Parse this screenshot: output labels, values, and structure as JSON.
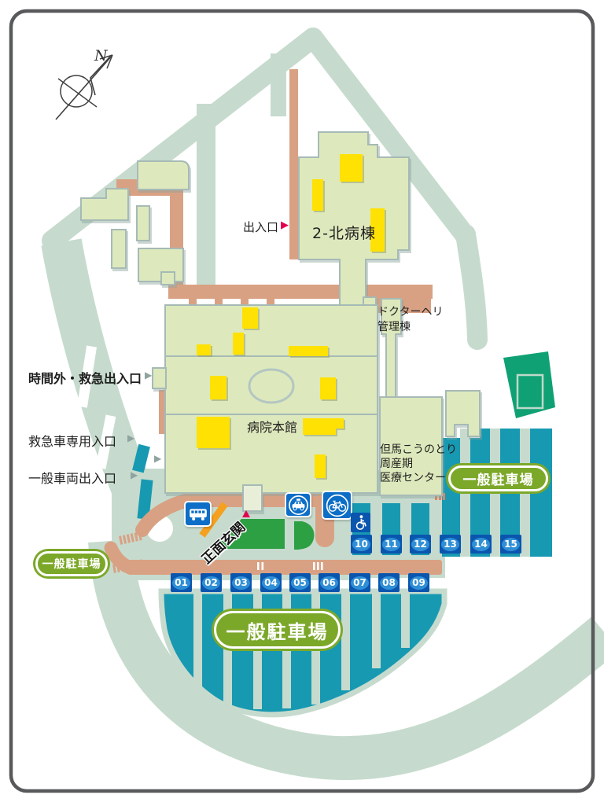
{
  "map": {
    "compass": {
      "label": "N"
    },
    "labels": {
      "exit_north": "出入口",
      "ward": "2-北病棟",
      "heli_line1": "ドクターヘリ",
      "heli_line2": "管理棟",
      "after_hours_entrance": "時間外・救急出入口",
      "ambulance_entrance": "救急車専用入口",
      "general_vehicle_entrance": "一般車両出入口",
      "main_building": "病院本館",
      "perinatal_line1": "但馬こうのとり",
      "perinatal_line2": "周産期",
      "perinatal_line3": "医療センター",
      "main_entrance": "正面玄関"
    },
    "pills": {
      "left": "一般駐車場",
      "right": "一般駐車場",
      "bottom": "一般駐車場"
    },
    "parking_spots_bottom": [
      "01",
      "02",
      "03",
      "04",
      "05",
      "06",
      "07",
      "08",
      "09"
    ],
    "parking_spots_right": [
      "10",
      "11",
      "12",
      "13",
      "14",
      "15"
    ],
    "icons": {
      "bus": "bus-icon",
      "taxi": "taxi-icon",
      "bicycle": "bicycle-icon",
      "wheelchair": "wheelchair-icon",
      "arrow_right": "▶",
      "triangle_up": "▲"
    },
    "colors": {
      "road": "#c6dbce",
      "road_salmon": "#d9a183",
      "building": "#dde9bc",
      "highlight_yellow": "#ffe103",
      "parking_teal": "#1899b2",
      "pill_green": "#7ca82a",
      "canopy_green": "#2da044",
      "field_green": "#0fa173",
      "icon_blue": "#0c6ec6",
      "badge_navy": "#0a55ae",
      "accent_red": "#e40050"
    }
  }
}
